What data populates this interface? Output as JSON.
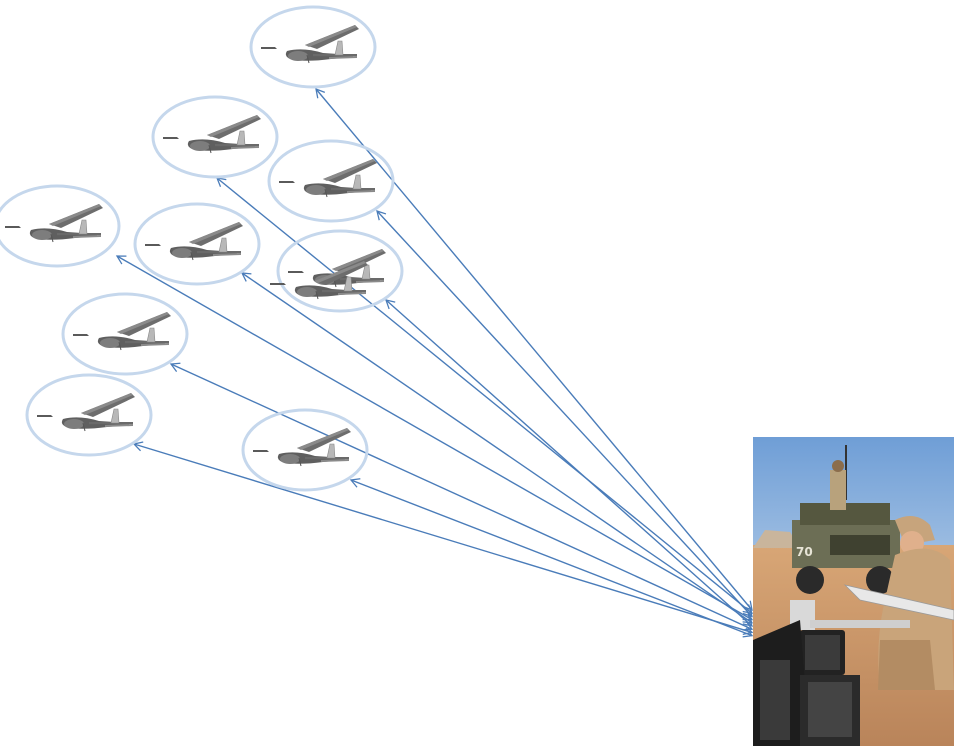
{
  "diagram": {
    "ring_color": "#c5d7ec",
    "link_color": "#4a7cb9",
    "drone_count": 10,
    "drone_icon": "uav-drone-icon",
    "ground_station": {
      "icon": "soldiers-launching-uav-photo",
      "vehicle_number": "70"
    }
  }
}
